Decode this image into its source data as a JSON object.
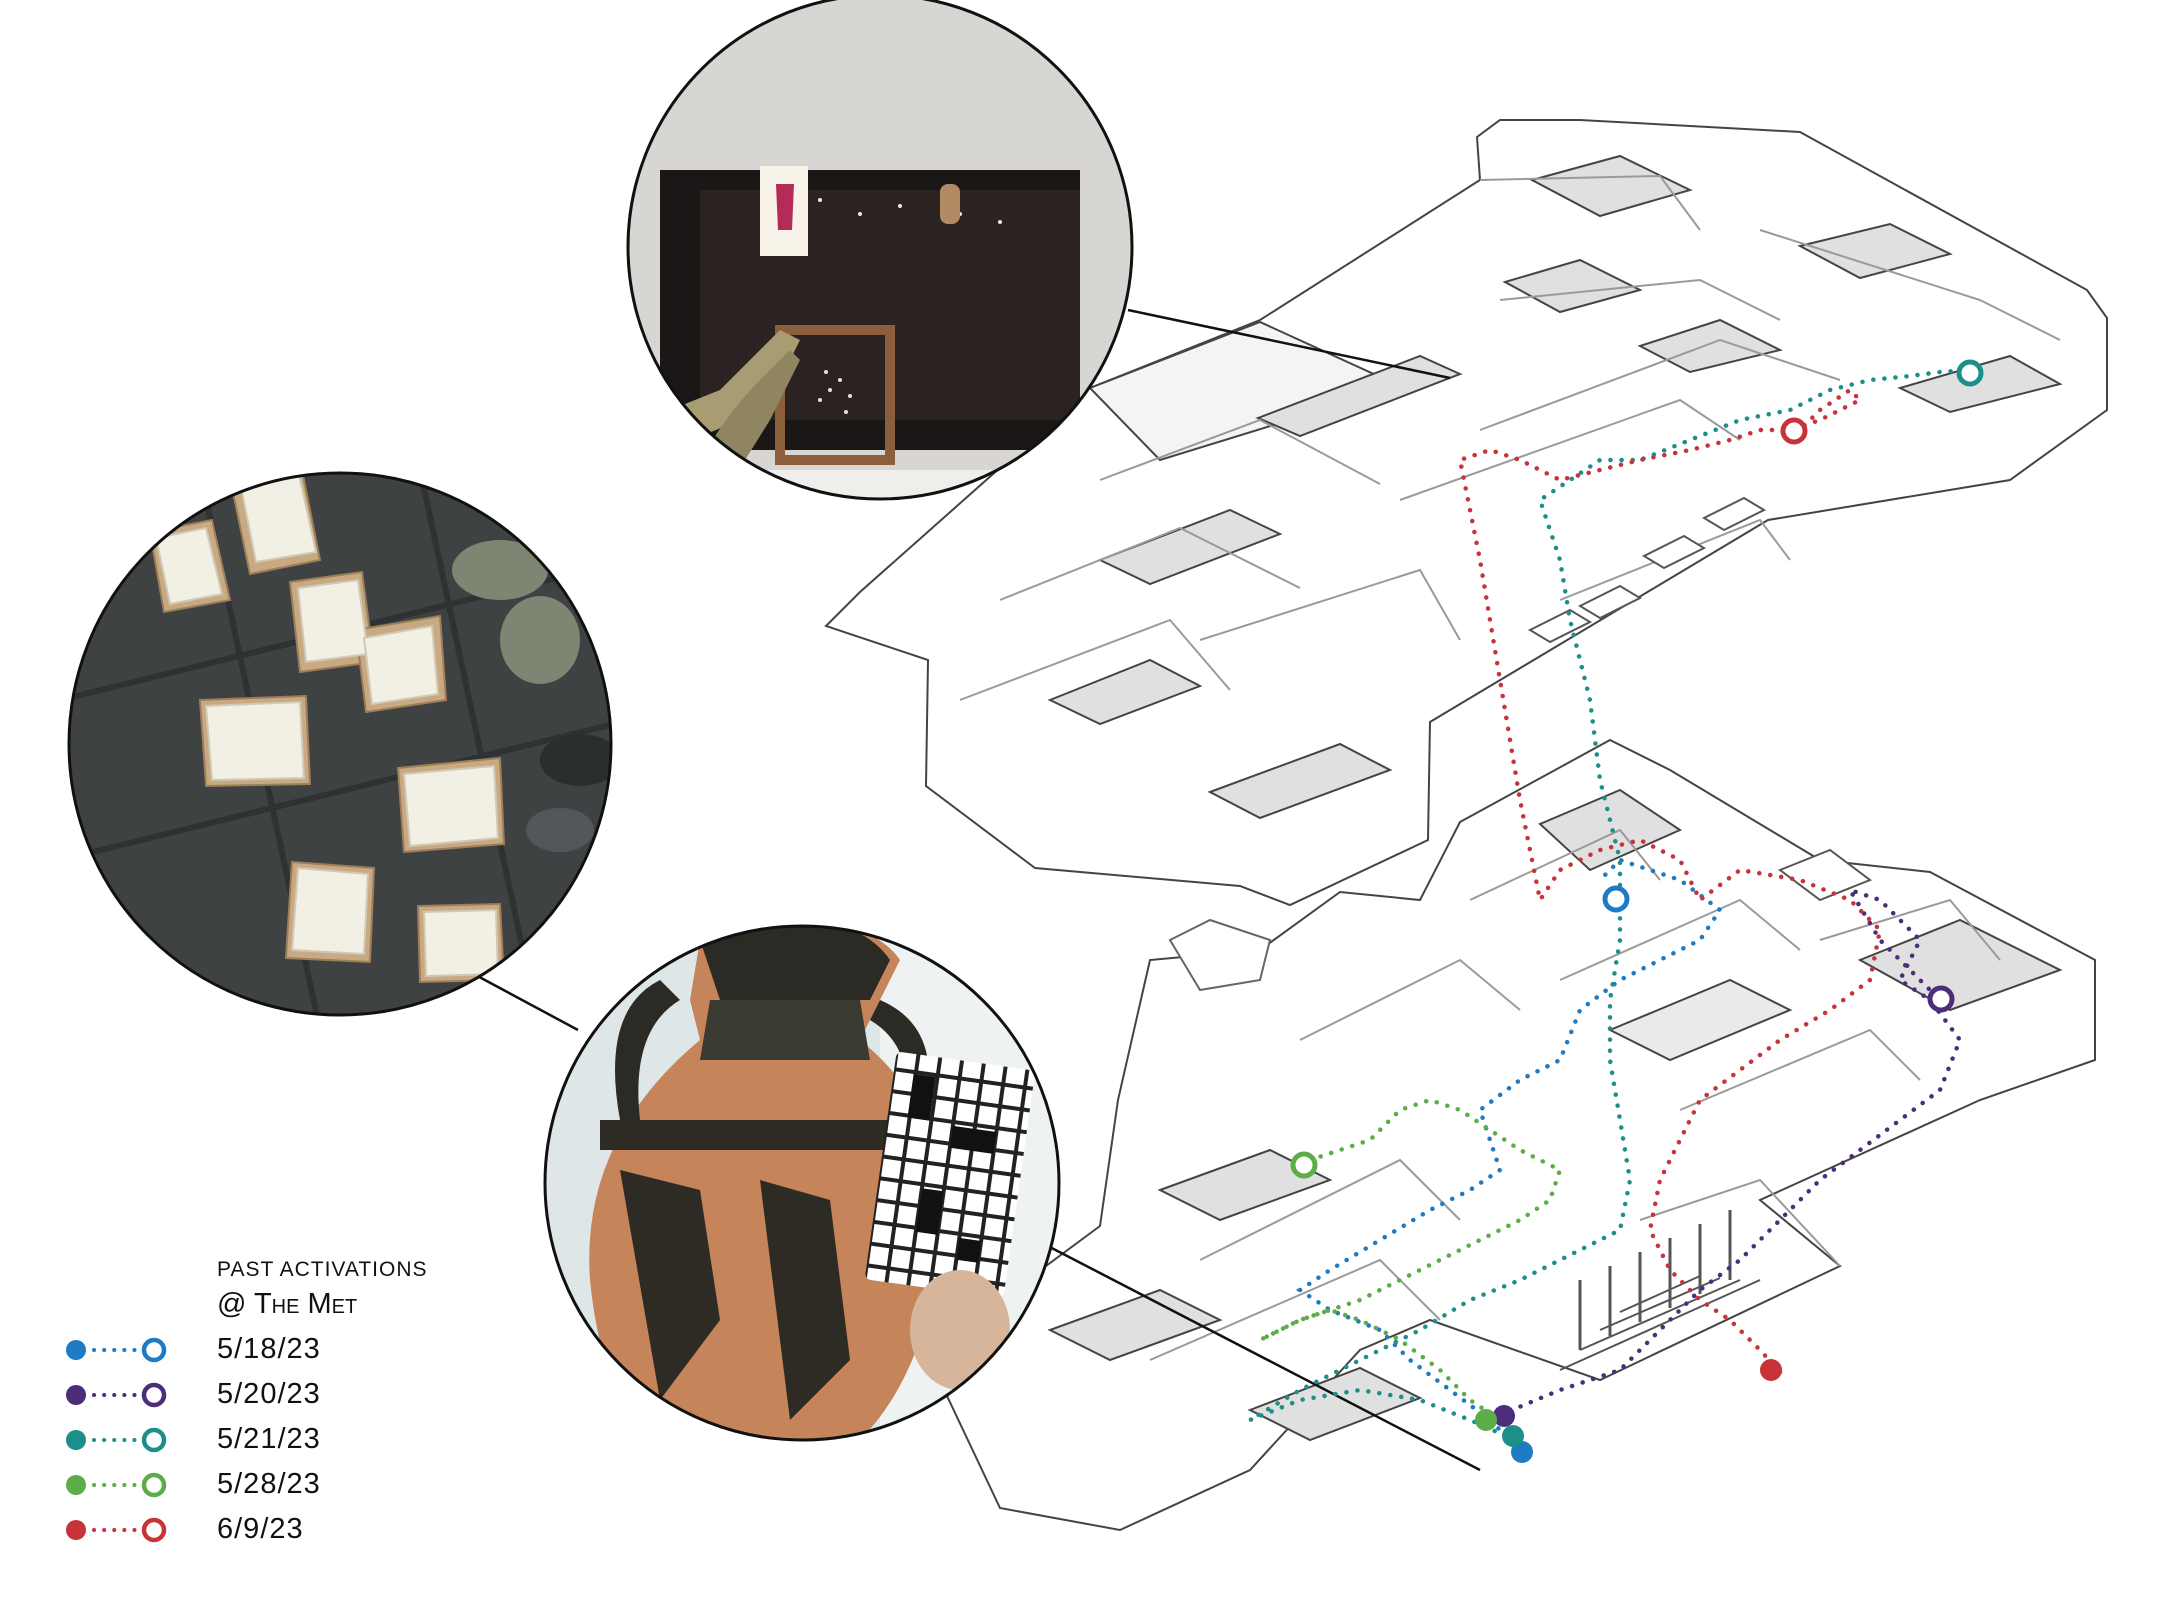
{
  "legend": {
    "title_line1": "PAST ACTIVATIONS",
    "title_line2": "@ The Met",
    "entries": [
      {
        "date": "5/18/23",
        "color": "#1f7ac4"
      },
      {
        "date": "5/20/23",
        "color": "#4b2d7a"
      },
      {
        "date": "5/21/23",
        "color": "#1d8f8a"
      },
      {
        "date": "5/28/23",
        "color": "#5cad47"
      },
      {
        "date": "6/9/23",
        "color": "#c8333a"
      }
    ]
  },
  "photos": [
    {
      "id": "card-held-to-vitrine",
      "subject": "hand holding card in front of display case"
    },
    {
      "id": "notepads-on-floor",
      "subject": "notepads on stone floor"
    },
    {
      "id": "card-over-amphora",
      "subject": "crossword card held over red-figure amphora"
    }
  ],
  "icons": {
    "start_marker": "filled-circle",
    "end_marker": "ring"
  }
}
